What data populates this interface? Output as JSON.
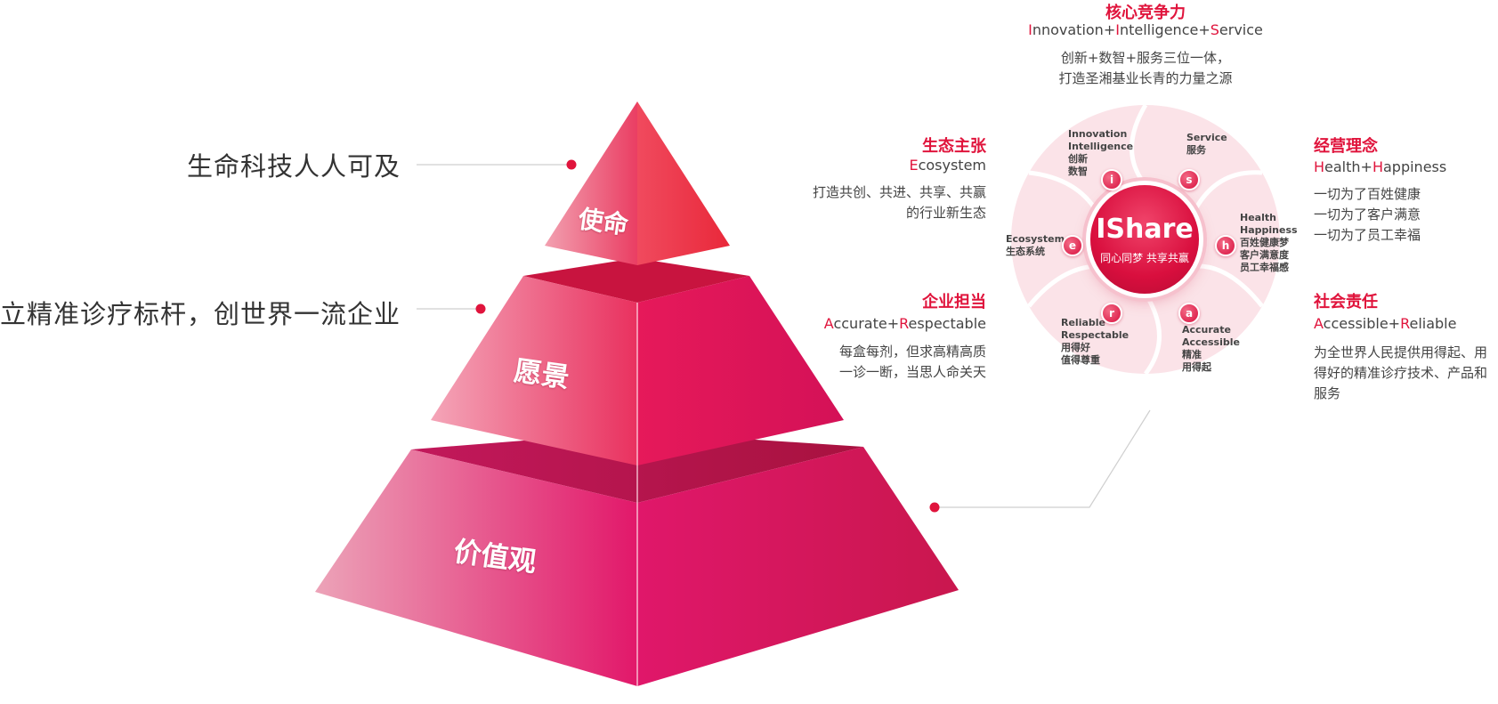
{
  "pyramid": {
    "tiers": [
      {
        "label": "使命",
        "statement": "生命科技人人可及"
      },
      {
        "label": "愿景",
        "statement": "立精准诊疗标杆，创世界一流企业"
      },
      {
        "label": "价值观"
      }
    ]
  },
  "wheel": {
    "hub": {
      "title": "IShare",
      "subtitle": "同心同梦 共享共赢"
    },
    "segments": [
      {
        "letter": "i",
        "lines": [
          "Innovation",
          "Intelligence",
          "创新",
          "数智"
        ]
      },
      {
        "letter": "s",
        "lines": [
          "Service",
          "服务"
        ]
      },
      {
        "letter": "h",
        "lines": [
          "Health",
          "Happiness",
          "百姓健康梦",
          "客户满意度",
          "员工幸福感"
        ]
      },
      {
        "letter": "a",
        "lines": [
          "Accurate",
          "Accessible",
          "精准",
          "用得起"
        ]
      },
      {
        "letter": "r",
        "lines": [
          "Reliable",
          "Respectable",
          "用得好",
          "值得尊重"
        ]
      },
      {
        "letter": "e",
        "lines": [
          "Ecosystem",
          "生态系统"
        ]
      }
    ]
  },
  "blocks": {
    "core": {
      "title": "核心竞争力",
      "subtitle": [
        {
          "cap": "I",
          "rest": "nnovation+"
        },
        {
          "cap": "I",
          "rest": "ntelligence+"
        },
        {
          "cap": "S",
          "rest": "ervice"
        }
      ],
      "desc": [
        "创新+数智+服务三位一体，",
        "打造圣湘基业长青的力量之源"
      ]
    },
    "ecosystem": {
      "title": "生态主张",
      "subtitle": [
        {
          "cap": "E",
          "rest": "cosystem"
        }
      ],
      "desc": [
        "打造共创、共进、共享、共赢",
        "的行业新生态"
      ]
    },
    "enterprise": {
      "title": "企业担当",
      "subtitle": [
        {
          "cap": "A",
          "rest": "ccurate+"
        },
        {
          "cap": "R",
          "rest": "espectable"
        }
      ],
      "desc": [
        "每盒每剂，但求高精高质",
        "一诊一断，当思人命关天"
      ]
    },
    "philosophy": {
      "title": "经营理念",
      "subtitle": [
        {
          "cap": "H",
          "rest": "ealth+"
        },
        {
          "cap": "H",
          "rest": "appiness"
        }
      ],
      "desc": [
        "一切为了百姓健康",
        "一切为了客户满意",
        "一切为了员工幸福"
      ]
    },
    "social": {
      "title": "社会责任",
      "subtitle": [
        {
          "cap": "A",
          "rest": "ccessible+"
        },
        {
          "cap": "R",
          "rest": "eliable"
        }
      ],
      "desc": [
        "为全世界人民提供用得起、用",
        "得好的精准诊疗技术、产品和",
        "服务"
      ]
    }
  },
  "colors": {
    "accent": "#e0143c",
    "text": "#333333",
    "wheel_segment": "#fbe3e8"
  }
}
